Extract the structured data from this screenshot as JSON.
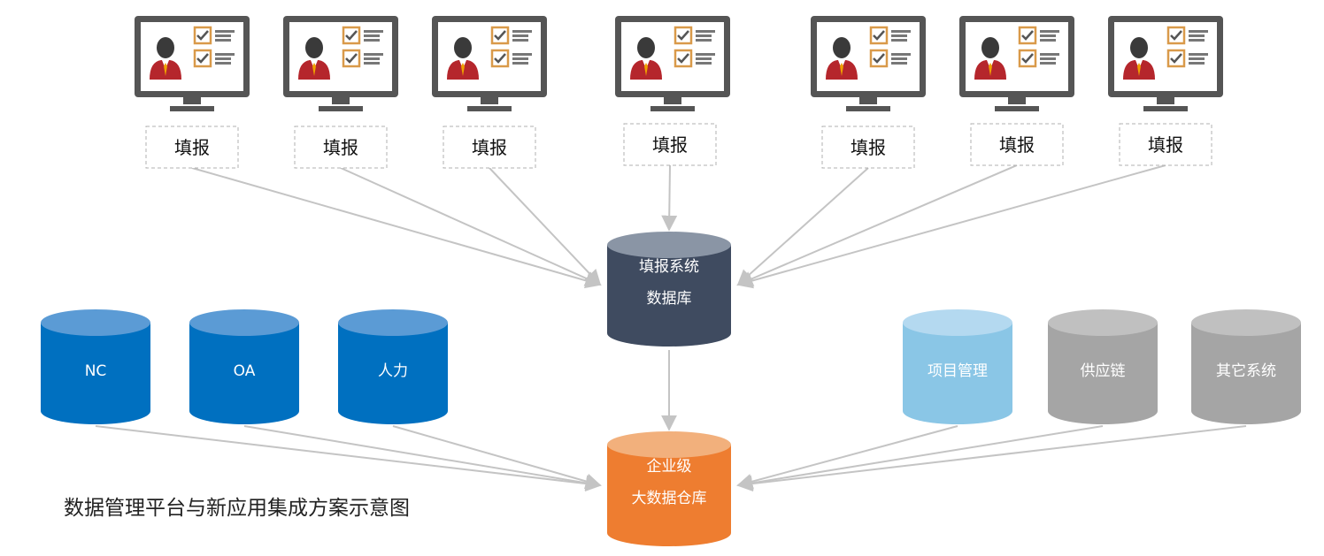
{
  "caption": "数据管理平台与新应用集成方案示意图",
  "terminal_label": "填报",
  "terminal_count": 7,
  "hub_db": {
    "line1": "填报系统",
    "line2": "数据库"
  },
  "warehouse_db": {
    "line1": "企业级",
    "line2": "大数据仓库"
  },
  "left_sources": [
    "NC",
    "OA",
    "人力"
  ],
  "right_sources": [
    "项目管理",
    "供应链",
    "其它系统"
  ],
  "colors": {
    "monitor_frame": "#555555",
    "person_shirt": "#b5262c",
    "checkbox": "#d99a4a",
    "hub_top": "#8a95a5",
    "hub_body": "#3f4b60",
    "warehouse_top": "#f2b07c",
    "warehouse_body": "#ee7d30",
    "left_top": "#5b9bd5",
    "left_body": "#0070c0",
    "right_light_top": "#b4d9f0",
    "right_light_body": "#8ac6e6",
    "right_gray_top": "#c0c0c0",
    "right_gray_body": "#a5a5a5",
    "connector": "#c4c4c4"
  }
}
